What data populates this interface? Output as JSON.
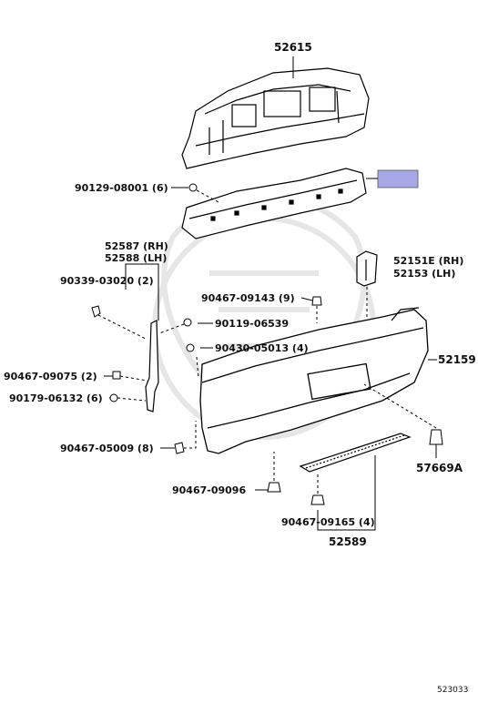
{
  "diagram": {
    "id": "523033",
    "highlight_color": "#a7a9e6",
    "parts": {
      "p52615": "52615",
      "p90129": "90129-08001 (6)",
      "p52587": "52587 (RH)",
      "p52588": "52588 (LH)",
      "p90339": "90339-03020 (2)",
      "p52151e": "52151E (RH)",
      "p52153": "52153 (LH)",
      "p90467_09143": "90467-09143 (9)",
      "p90119": "90119-06539",
      "p90430": "90430-05013 (4)",
      "p52159": "52159",
      "p90467_09075": "90467-09075 (2)",
      "p90179": "90179-06132 (6)",
      "p90467_05009": "90467-05009 (8)",
      "p90467_09096": "90467-09096",
      "p90467_09165": "90467-09165 (4)",
      "p52589": "52589",
      "p57669a": "57669A"
    }
  }
}
